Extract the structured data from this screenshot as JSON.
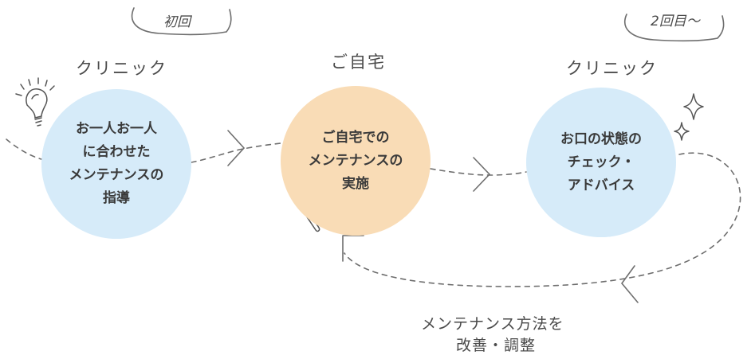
{
  "colors": {
    "circle_blue": "#d6ebf9",
    "circle_peach": "#f9dcb6",
    "line": "#6e6e6e"
  },
  "steps": [
    {
      "location": "クリニック",
      "tag": "初回",
      "text": "お一人お一人\nに合わせた\nメンテナンスの\n指導",
      "icon": "lightbulb-icon"
    },
    {
      "location": "ご自宅",
      "tag": "",
      "text": "ご自宅での\nメンテナンスの\n実施",
      "icon": "toothbrush-icon"
    },
    {
      "location": "クリニック",
      "tag": "2回目〜",
      "text": "お口の状態の\nチェック・\nアドバイス",
      "icon": "sparkle-icon"
    }
  ],
  "loop_note": {
    "line1": "メンテナンス方法を",
    "line2": "改善・調整"
  }
}
